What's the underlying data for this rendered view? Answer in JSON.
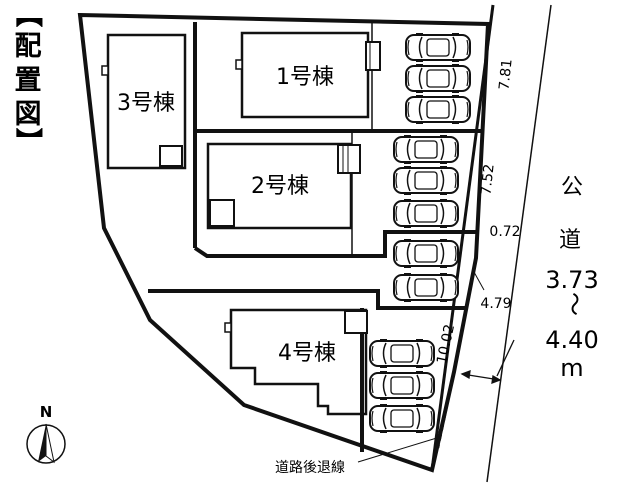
{
  "title": {
    "bracket_open": "【",
    "chars": [
      "配",
      "置",
      "図"
    ],
    "bracket_close": "】"
  },
  "buildings": [
    {
      "id": "b1",
      "label": "1号棟"
    },
    {
      "id": "b2",
      "label": "2号棟"
    },
    {
      "id": "b3",
      "label": "3号棟"
    },
    {
      "id": "b4",
      "label": "4号棟"
    }
  ],
  "dimensions": [
    {
      "id": "d781",
      "text": "7.81"
    },
    {
      "id": "d752",
      "text": "7.52"
    },
    {
      "id": "d072",
      "text": "0.72"
    },
    {
      "id": "d479",
      "text": "4.79"
    },
    {
      "id": "d1002",
      "text": "10.02"
    }
  ],
  "road": {
    "label_chars": [
      "公",
      "道"
    ],
    "width_from": "3.73",
    "width_sep": "～",
    "width_to": "4.40",
    "width_unit": "m"
  },
  "setback_label": "道路後退線",
  "compass": {
    "label": "N"
  },
  "parking_spaces": 11,
  "colors": {
    "line": "#111111",
    "background": "#ffffff"
  }
}
